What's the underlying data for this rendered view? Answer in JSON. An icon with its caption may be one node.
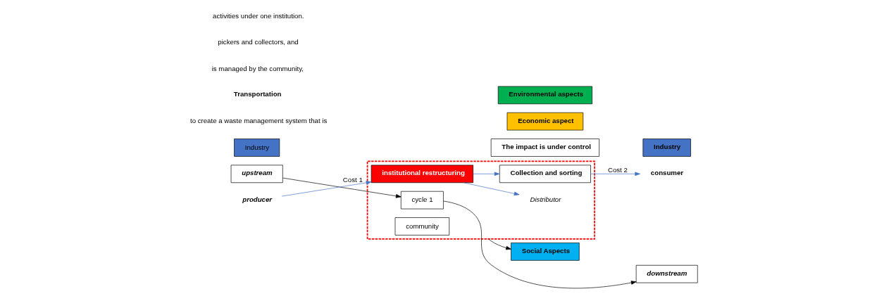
{
  "diagram": {
    "nodes": [
      {
        "text": [
          "upstream"
        ]
      },
      {
        "text": [
          "Industry"
        ]
      },
      {
        "text": [
          "producer"
        ]
      },
      {
        "text": [],
        "shape": "box"
      },
      {
        "text": [
          "cycle 1"
        ],
        "in": 3
      },
      {
        "text": [
          "Distributor"
        ],
        "in": 3
      },
      {
        "text": [
          "institutional restructuring"
        ],
        "in": 3
      },
      {
        "text": [
          "community"
        ],
        "in": 3
      },
      {
        "text": [
          "Collection and sorting"
        ],
        "in": 3
      },
      {
        "text": [
          "The impact is under control"
        ]
      },
      {
        "text": [
          "Economic aspect"
        ]
      },
      {
        "text": [
          "Social Aspects"
        ]
      },
      {
        "text": [
          "Environmental aspects"
        ]
      },
      {
        "text": [
          "consumer"
        ]
      },
      {
        "text": [
          "Industry"
        ]
      },
      {
        "text": [
          "downstream"
        ]
      }
    ],
    "edges": [
      {
        "from": 0,
        "to": 4,
        "arrow": "to",
        "color": "#000000"
      },
      {
        "from": 2,
        "to": 6,
        "arrow": "to",
        "label": "Cost 1",
        "color": "#4472c4"
      },
      {
        "from": 6,
        "to": 5,
        "arrow": "to",
        "color": "#4472c4"
      },
      {
        "from": 6,
        "to": 8,
        "arrow": "to",
        "color": "#4472c4"
      },
      {
        "from": 3,
        "to": 11,
        "arrow": "to",
        "color": "#000000"
      },
      {
        "from": 8,
        "to": 13,
        "arrow": "to",
        "label": "Cost 2",
        "color": "#4472c4"
      },
      {
        "from": 4,
        "to": 15,
        "arrow": "to",
        "color": "#000000"
      }
    ],
    "labels": [
      "to create a waste management system that is",
      "Transportation",
      "is managed by the community,",
      "pickers and collectors, and",
      "activities under one institution."
    ]
  }
}
